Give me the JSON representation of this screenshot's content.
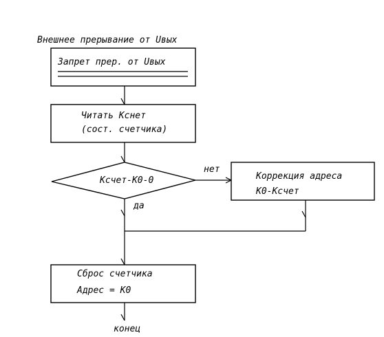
{
  "diagram": {
    "title": "Внешнее прерывание от Uвых",
    "nodes": {
      "disable_interrupt": {
        "label": "Запрет прер. от Uвых"
      },
      "read_counter": {
        "line1": "Читать Кснет",
        "line2": "(сост. счетчика)"
      },
      "decision": {
        "label": "Ксчет-К0-0"
      },
      "address_correction": {
        "line1": "Коррекция адреса",
        "line2": "К0-Ксчет"
      },
      "reset_counter": {
        "line1": "Сброс счетчика",
        "line2": "Адрес = К0"
      }
    },
    "edges": {
      "no_label": "нет",
      "yes_label": "да",
      "end_label": "конец"
    }
  }
}
